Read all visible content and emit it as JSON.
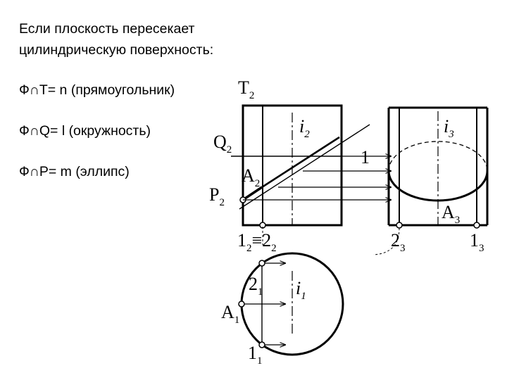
{
  "text": {
    "line1": "Если плоскость пересекает",
    "line2": "цилиндрическую поверхность:",
    "t_section": "Ф∩Т= n (прямоугольник)",
    "q_section": "Ф∩Q= l (окружность)",
    "p_section": "Ф∩Р= m (эллипс)"
  },
  "labels": {
    "T": "T",
    "T_sub": "2",
    "i2": "i",
    "i2_sub": "2",
    "Q": "Q",
    "Q_sub": "2",
    "one": "1",
    "A2": "A",
    "A2_sub": "2",
    "P": "P",
    "P_sub": "2",
    "bottom_front_a": "1",
    "bottom_front_a_sub": "2",
    "equiv": "≡",
    "bottom_front_b": "2",
    "bottom_front_b_sub": "2",
    "i3": "i",
    "i3_sub": "3",
    "A3": "A",
    "A3_sub": "3",
    "two3": "2",
    "two3_sub": "3",
    "one3": "1",
    "one3_sub": "3",
    "two1": "2",
    "two1_sub": "1",
    "i1": "i",
    "i1_sub": "1",
    "A1": "A",
    "A1_sub": "1",
    "one1": "1",
    "one1_sub": "1"
  },
  "colors": {
    "ink": "#000000"
  }
}
